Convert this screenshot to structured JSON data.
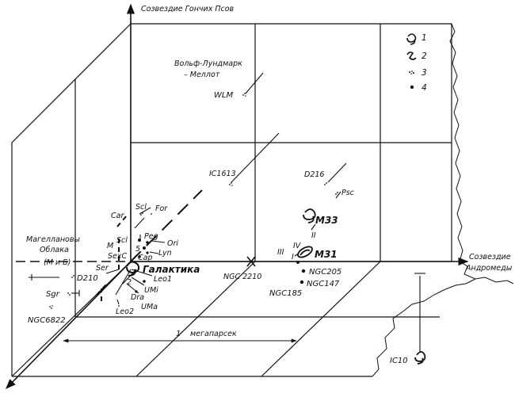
{
  "axes": {
    "vertical": "Созвездие Гончих Псов",
    "horizontal_line1": "Созвездие",
    "horizontal_line2": "Андромеды"
  },
  "scale": {
    "number": "1",
    "unit": "мегапарсек"
  },
  "legend": [
    {
      "key": "1",
      "icon": "spiral-galaxy-icon"
    },
    {
      "key": "2",
      "icon": "barred-spiral-icon"
    },
    {
      "key": "3",
      "icon": "irregular-galaxy-icon"
    },
    {
      "key": "4",
      "icon": "elliptical-galaxy-icon"
    }
  ],
  "galaxies": {
    "wlm_line1": "Вольф-Лундмарк",
    "wlm_line2": "– Меллот",
    "wlm": "WLM",
    "ic1613": "IC1613",
    "d216": "D216",
    "psc": "Psc",
    "m33": "M33",
    "ii": "II",
    "iv": "IV",
    "iii": "III",
    "i": "I",
    "m31": "M31",
    "ngc205": "NGC205",
    "ngc147": "NGC147",
    "ngc185": "NGC185",
    "ngc2210": "NGC 2210",
    "ic10": "IC10",
    "scl_top": "Scl",
    "for": "For",
    "car": "Car",
    "peg": "Peg",
    "scl": "Scl",
    "ori": "Ori",
    "m": "M",
    "num5": "5",
    "lyn": "Lyn",
    "sexc": "SexC",
    "cap": "Cap",
    "galaxy": "Галактика",
    "ser": "Ser",
    "leo1": "Leo1",
    "num2": "2",
    "umi": "UMi",
    "dra": "Dra",
    "leo2": "Leo2",
    "uma": "UMa",
    "magellan_line1": "Магеллановы",
    "magellan_line2": "Облака",
    "magellan_line3": "(М и Б)",
    "d210": "D210",
    "sgr": "Sgr",
    "ngc6822": "NGC6822"
  }
}
